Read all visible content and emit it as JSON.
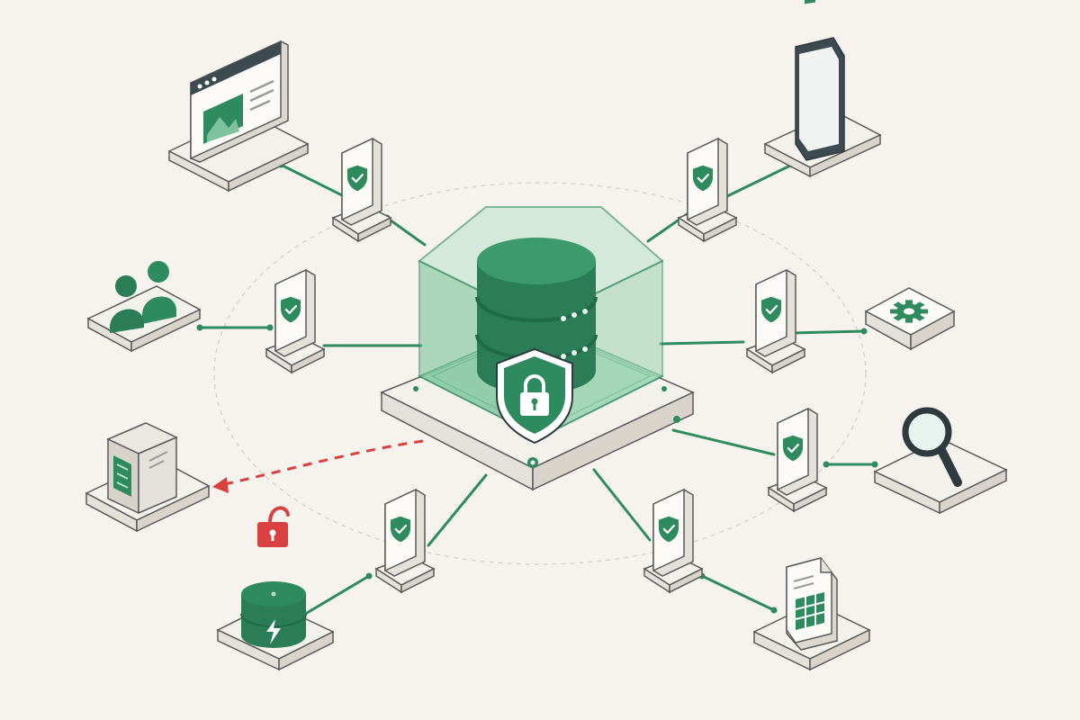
{
  "diagram": {
    "hub": {
      "name": "secure-database-hub",
      "lock": "padlock-closed-icon",
      "shield": "shield-icon"
    },
    "nodes": [
      {
        "id": "web-browser",
        "icon": "browser-window-icon",
        "verified": true
      },
      {
        "id": "mobile-phone",
        "icon": "smartphone-icon",
        "verified": true
      },
      {
        "id": "users",
        "icon": "users-icon",
        "verified": true
      },
      {
        "id": "settings",
        "icon": "gear-icon",
        "verified": true
      },
      {
        "id": "server",
        "icon": "server-tower-icon",
        "verified": false,
        "connection": "insecure"
      },
      {
        "id": "search",
        "icon": "magnifier-icon",
        "verified": true
      },
      {
        "id": "cache-database",
        "icon": "database-bolt-icon",
        "verified": true
      },
      {
        "id": "spreadsheet",
        "icon": "spreadsheet-file-icon",
        "verified": true
      }
    ],
    "checkpoint_icon": "shield-check-icon",
    "insecure_icon": "padlock-open-icon",
    "colors": {
      "background": "#f6f3ee",
      "accent": "#2e8a5f",
      "accent_dark": "#1f6b48",
      "line": "#2e8a5f",
      "danger": "#d94040",
      "platform": "#f3f1ec",
      "outline": "#5a5a5a"
    }
  }
}
